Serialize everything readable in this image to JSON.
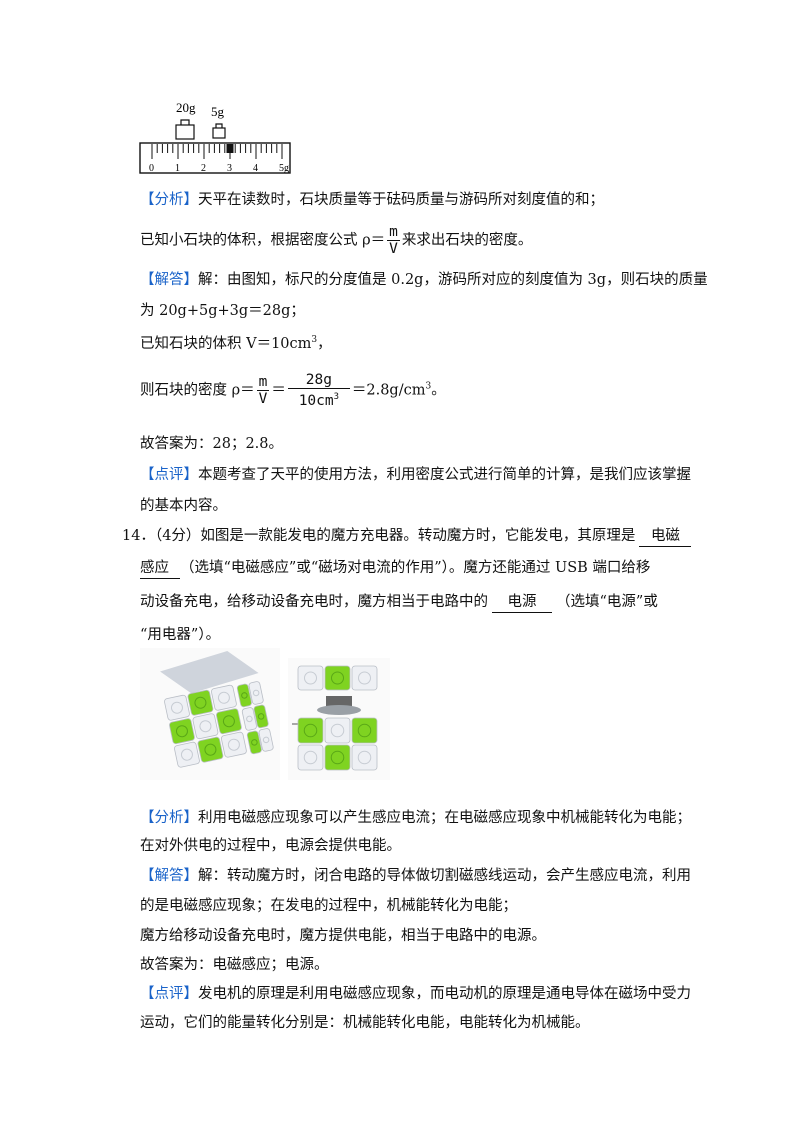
{
  "ruler": {
    "weight_labels": [
      "20g",
      "5g"
    ],
    "tick_labels": [
      "0",
      "1",
      "2",
      "3",
      "4",
      "5g"
    ],
    "rider_value": 3,
    "max_value": 5
  },
  "q13": {
    "analysis_tag": "【分析】",
    "analysis_l1": "天平在读数时，石块质量等于砝码质量与游码所对刻度值的和；",
    "analysis_l2a": "已知小石块的体积，根据密度公式 ρ＝",
    "analysis_l2_num": "m",
    "analysis_l2_den": "V",
    "analysis_l2b": "来求出石块的密度。",
    "answer_tag": "【解答】",
    "answer_l1": "解：由图知，标尺的分度值是 0.2g，游码所对应的刻度值为 3g，则石块的质量",
    "answer_l2": "为 20g+5g+3g＝28g；",
    "answer_l3a": "已知石块的体积 V＝10cm",
    "answer_l3_sup": "3",
    "answer_l3b": "，",
    "answer_l4a": "则石块的密度 ρ＝",
    "answer_l4_num1": "m",
    "answer_l4_den1": "V",
    "answer_l4_eq": "＝",
    "answer_l4_num2": "28g",
    "answer_l4_den2": "10cm",
    "answer_l4_den2_sup": "3",
    "answer_l4b": "＝2.8g/cm",
    "answer_l4b_sup": "3",
    "answer_l4c": "。",
    "final": "故答案为：28；2.8。",
    "comment_tag": "【点评】",
    "comment_l1": "本题考查了天平的使用方法，利用密度公式进行简单的计算，是我们应该掌握",
    "comment_l2": "的基本内容。"
  },
  "q14": {
    "l1a": "14．（4分）如图是一款能发电的魔方充电器。转动魔方时，它能发电，其原理是",
    "blank1_part1": "电磁",
    "blank1_part2": "感应",
    "l2b": "（选填“电磁感应”或“磁场对电流的作用”）。魔方还能通过 USB 端口给移",
    "l3a": "动设备充电，给移动设备充电时，魔方相当于电路中的",
    "blank2": "电源",
    "l3b": "（选填“电源”或",
    "l4": "“用电器”）。",
    "analysis_tag": "【分析】",
    "analysis_l1": "利用电磁感应现象可以产生感应电流；在电磁感应现象中机械能转化为电能；",
    "analysis_l2": "在对外供电的过程中，电源会提供电能。",
    "answer_tag": "【解答】",
    "answer_l1": "解：转动魔方时，闭合电路的导体做切割磁感线运动，会产生感应电流，利用",
    "answer_l2": "的是电磁感应现象；在发电的过程中，机械能转化为电能；",
    "answer_l3": "魔方给移动设备充电时，魔方提供电能，相当于电路中的电源。",
    "final": "故答案为：电磁感应；电源。",
    "comment_tag": "【点评】",
    "comment_l1": "发电机的原理是利用电磁感应现象，而电动机的原理是通电导体在磁场中受力",
    "comment_l2": "运动，它们的能量转化分别是：机械能转化电能，电能转化为机械能。"
  },
  "colors": {
    "tag_blue": "#1a63c9",
    "cube_green": "#7fd321",
    "cube_white": "#eef0f4"
  }
}
